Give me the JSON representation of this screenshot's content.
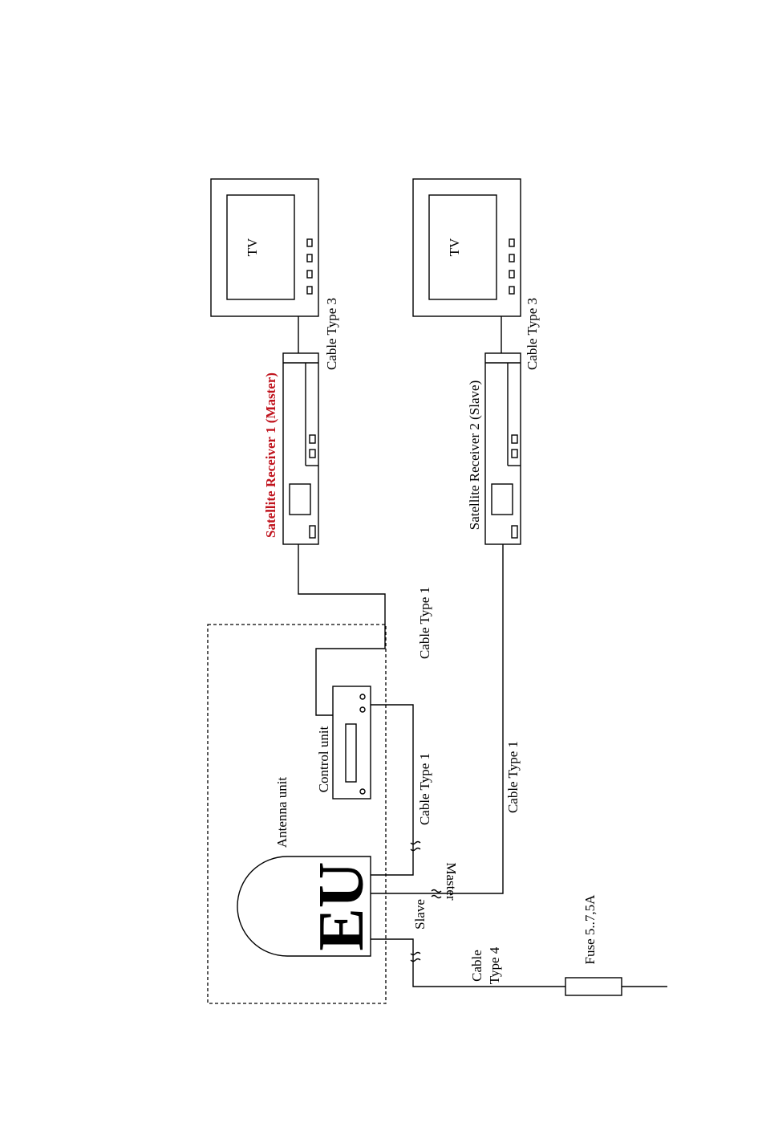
{
  "labels": {
    "tv_1": "TV",
    "tv_2": "TV",
    "receiver_1_name": "Satellite Receiver 1 (Master)",
    "receiver_2_name": "Satellite Receiver 2 (Slave)",
    "cable_tv_1": "Cable Type 3",
    "cable_tv_2": "Cable Type 3",
    "cable_receiver_1": "Cable Type 1",
    "cable_control": "Cable Type 1",
    "cable_receiver_2": "Cable Type 1",
    "control_unit": "Control unit",
    "antenna_unit": "Antenna unit",
    "eu": "EU",
    "master_port": "Master",
    "slave_port": "Slave",
    "cable_power_line1": "Cable",
    "cable_power_line2": "Type 4",
    "fuse": "Fuse 5..7,5A"
  },
  "colors": {
    "line": "#000000",
    "highlight": "#c0141e"
  }
}
